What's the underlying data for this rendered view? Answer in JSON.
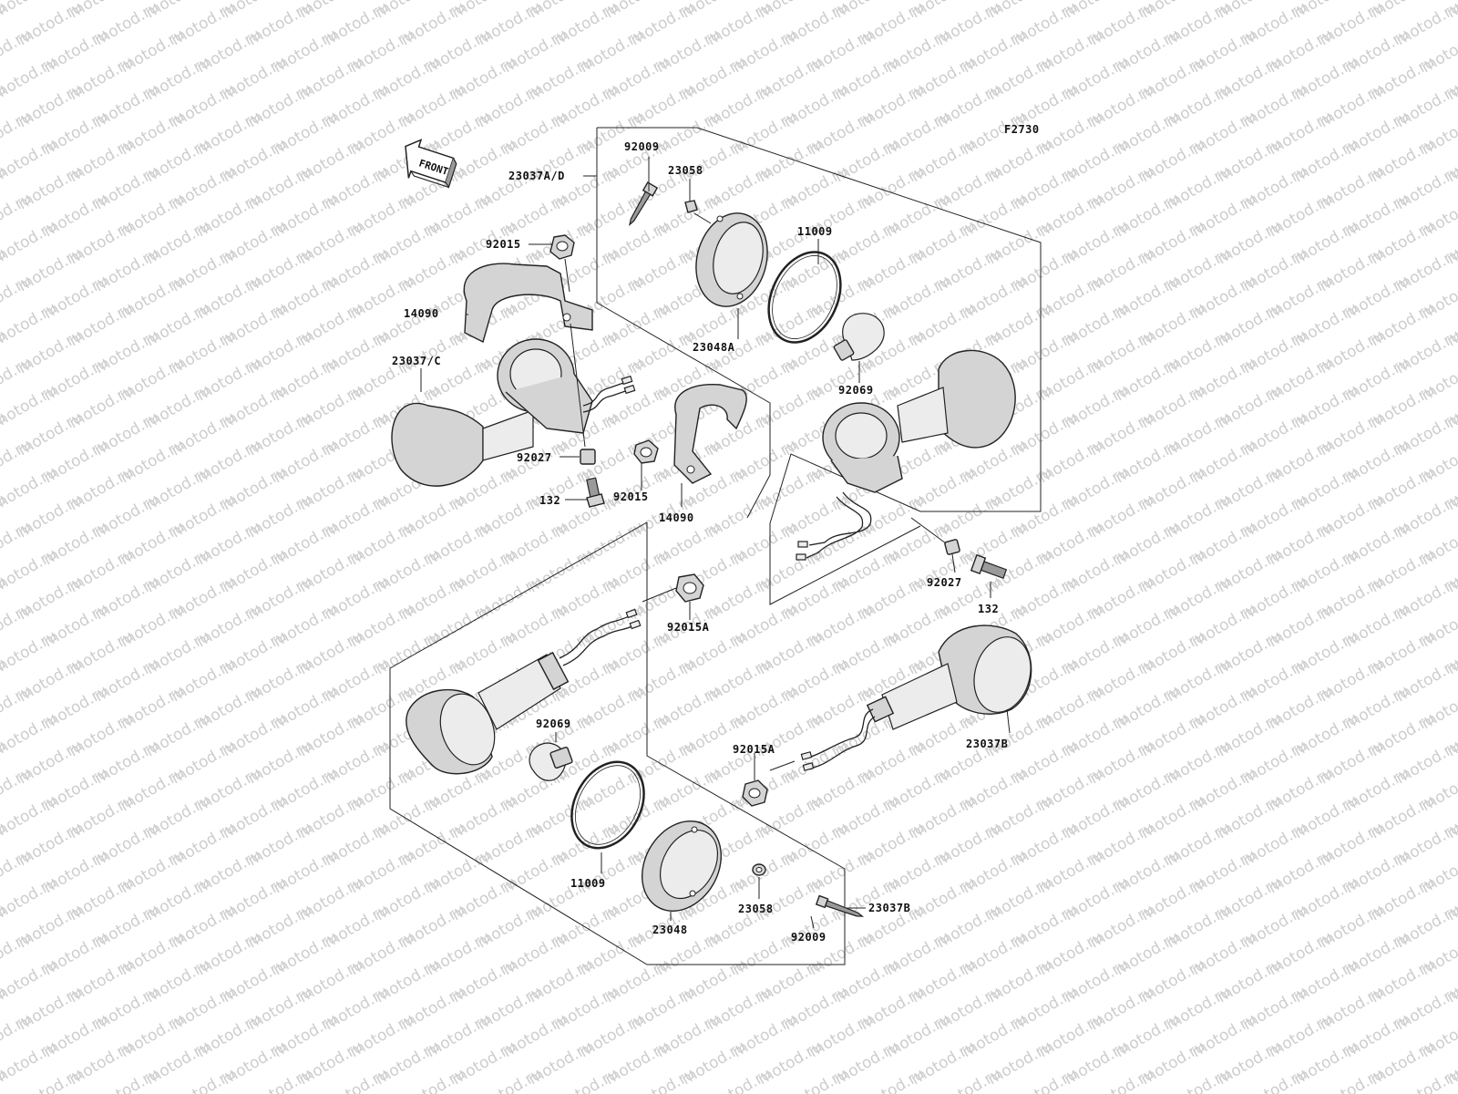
{
  "figure_code": "F2730",
  "front_label": "FRONT",
  "watermark": "motod.ru",
  "labels": {
    "p_23037AD": "23037A/D",
    "p_92009_top": "92009",
    "p_23058_top": "23058",
    "p_11009_top": "11009",
    "p_92015_top": "92015",
    "p_14090_left": "14090",
    "p_23048A": "23048A",
    "p_23037C": "23037/C",
    "p_92069_top": "92069",
    "p_92027_left": "92027",
    "p_132_left": "132",
    "p_92015_mid": "92015",
    "p_14090_mid": "14090",
    "p_92027_right": "92027",
    "p_132_right": "132",
    "p_92015A_top": "92015A",
    "p_92069_bottom": "92069",
    "p_92015A_bottom": "92015A",
    "p_23037B_right": "23037B",
    "p_11009_bottom": "11009",
    "p_23058_bottom": "23058",
    "p_23048": "23048",
    "p_92009_bottom": "92009",
    "p_23037B_bottom": "23037B"
  },
  "colors": {
    "line": "#222222",
    "part_fill": "#d4d4d4",
    "watermark": "#cdcdcd"
  }
}
